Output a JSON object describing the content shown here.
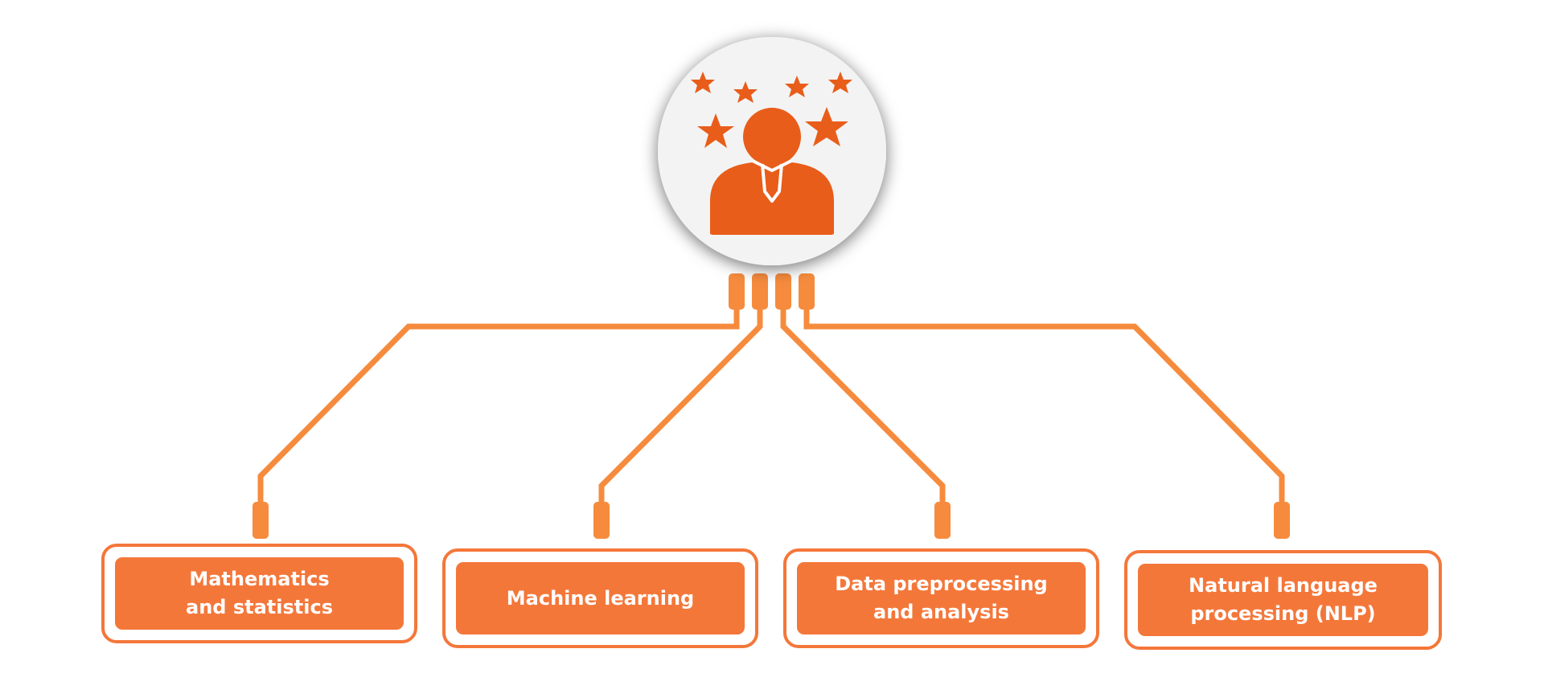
{
  "colors": {
    "accent": "#F4773A",
    "wire": "#F68B3D",
    "icon": "#E85D1A",
    "hub_background": "#F3F3F3"
  },
  "hub": {
    "icon": "expert-person-with-stars-icon"
  },
  "topics": [
    {
      "label": "Mathematics\nand statistics"
    },
    {
      "label": "Machine learning"
    },
    {
      "label": "Data preprocessing\nand analysis"
    },
    {
      "label": "Natural language\nprocessing (NLP)"
    }
  ]
}
